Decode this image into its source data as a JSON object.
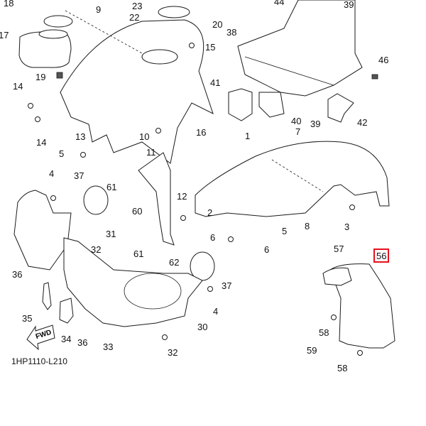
{
  "diagram": {
    "code": "1HP1110-L210",
    "fwd_label": "FWD",
    "highlighted_part": "56",
    "highlight_color": "#e8101c",
    "callouts": {
      "c1": "1",
      "c2": "2",
      "c3": "3",
      "c4a": "4",
      "c4b": "4",
      "c5a": "5",
      "c5b": "5",
      "c6a": "6",
      "c6b": "6",
      "c7": "7",
      "c8": "8",
      "c9": "9",
      "c10": "10",
      "c11": "11",
      "c12": "12",
      "c13": "13",
      "c14a": "14",
      "c14b": "14",
      "c15": "15",
      "c16": "16",
      "c17": "17",
      "c18": "18",
      "c19": "19",
      "c20": "20",
      "c22": "22",
      "c23": "23",
      "c30": "30",
      "c31": "31",
      "c32a": "32",
      "c32b": "32",
      "c33": "33",
      "c34": "34",
      "c35": "35",
      "c36a": "36",
      "c36b": "36",
      "c37a": "37",
      "c37b": "37",
      "c38": "38",
      "c39a": "39",
      "c39b": "39",
      "c40": "40",
      "c41": "41",
      "c42": "42",
      "c44": "44",
      "c46": "46",
      "c56": "56",
      "c57": "57",
      "c58a": "58",
      "c58b": "58",
      "c59": "59",
      "c60": "60",
      "c61a": "61",
      "c61b": "61",
      "c62": "62"
    }
  }
}
